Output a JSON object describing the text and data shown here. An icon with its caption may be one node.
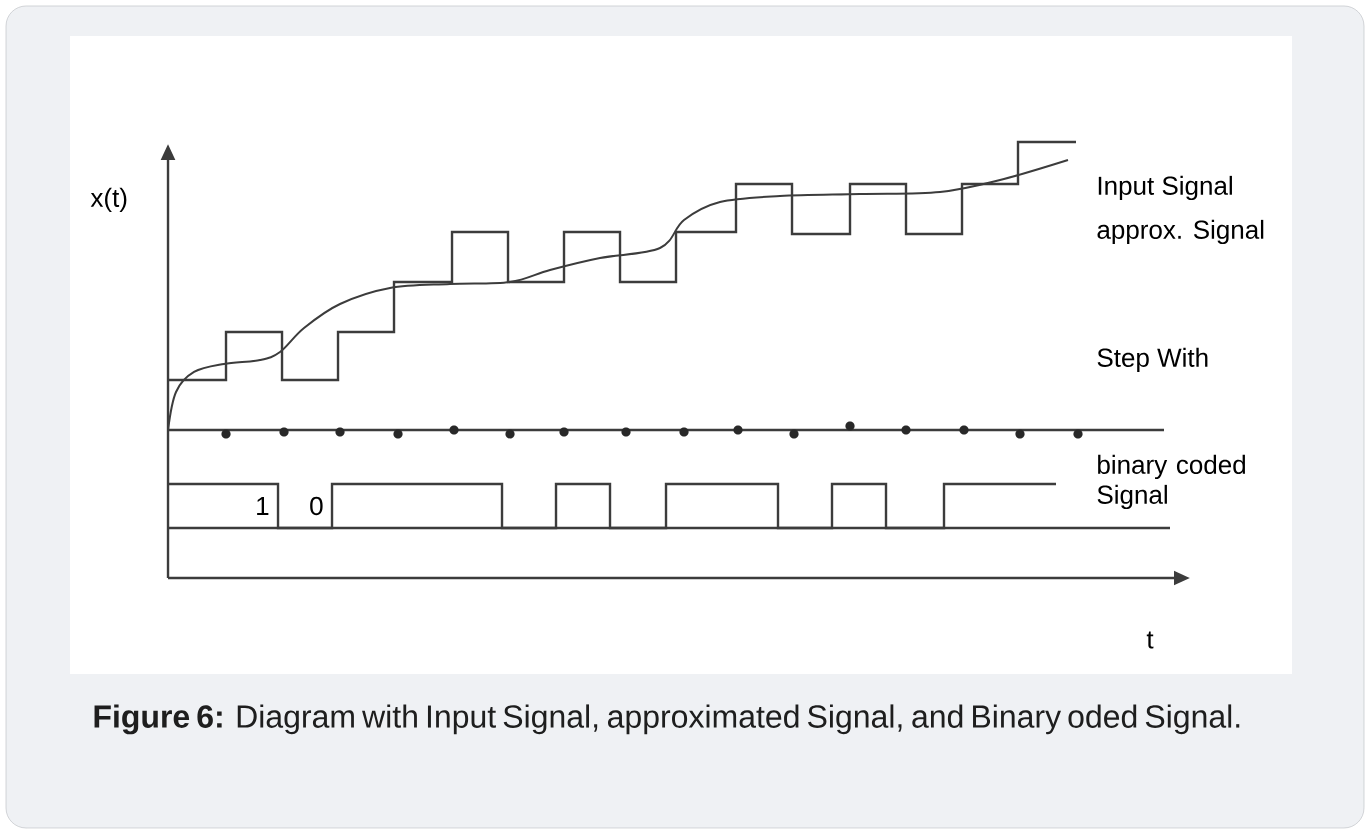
{
  "diagram": {
    "caption": "**Figure 6:** Diagram with Input Signal, approximated Signal, and Binary oded Signal.",
    "labels": [
      "x(t)",
      "Input Signal",
      "approx. Signal",
      "Step With",
      "binary coded Signal",
      "1",
      "0",
      "t"
    ]
  }
}
